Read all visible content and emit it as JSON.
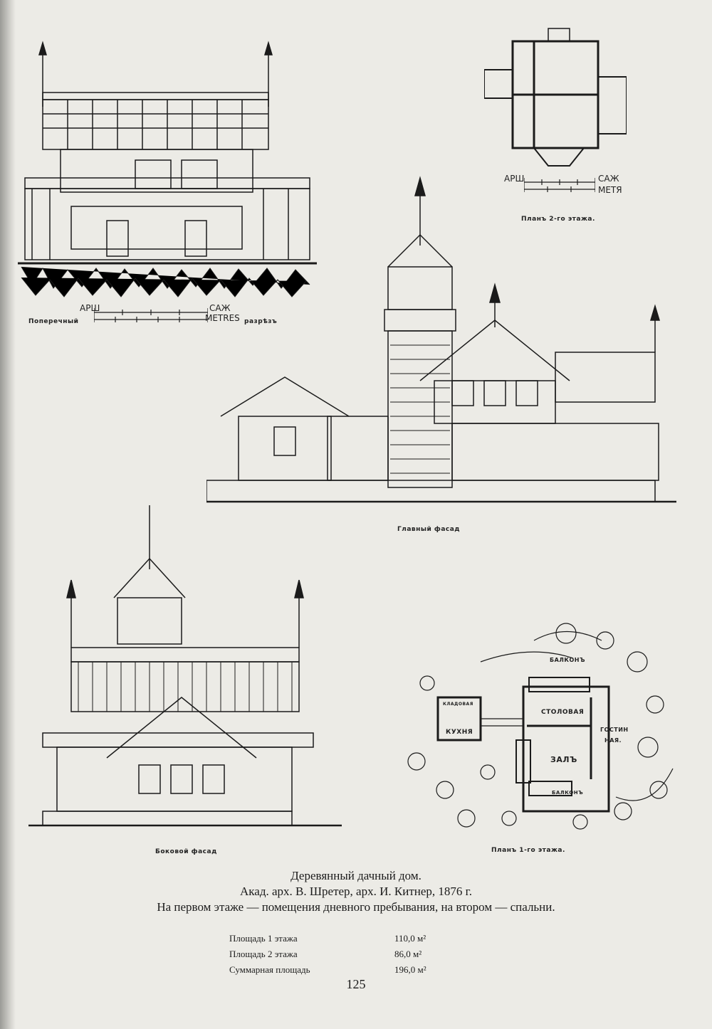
{
  "captions": {
    "cross_section_left": "Поперечный",
    "cross_section_right": "разрѣзъ",
    "plan_second_floor": "Планъ 2-го этажа.",
    "main_facade": "Главный фасад",
    "side_facade": "Боковой фасад",
    "plan_first_floor": "Планъ 1-го этажа."
  },
  "scale_bars": {
    "section_top": "АРШ",
    "section_right": "САЖ",
    "section_metres": "METRES",
    "plan_top": "АРШ",
    "plan_right_top": "САЖ",
    "plan_right_bottom": "МЕТЯ"
  },
  "plan_rooms": {
    "balcony_top": "БАЛКОНЪ",
    "dining": "СТОЛОВАЯ",
    "hall": "ЗАЛЪ",
    "living_1": "ГОСТИН",
    "living_2": "НАЯ.",
    "kitchen": "КУХНЯ",
    "pantry": "КЛАДОВАЯ",
    "balcony_bottom": "БАЛКОНЪ"
  },
  "title": {
    "line1": "Деревянный дачный дом.",
    "line2": "Акад. арх. В. Шретер, арх. И. Китнер, 1876 г.",
    "line3": "На первом этаже — помещения дневного пребывания, на втором — спальни."
  },
  "areas": [
    {
      "label": "Площадь 1 этажа",
      "value": "110,0 м²"
    },
    {
      "label": "Площадь 2 этажа",
      "value": "86,0 м²"
    },
    {
      "label": "Суммарная площадь",
      "value": "196,0 м²"
    }
  ],
  "page_number": "125"
}
